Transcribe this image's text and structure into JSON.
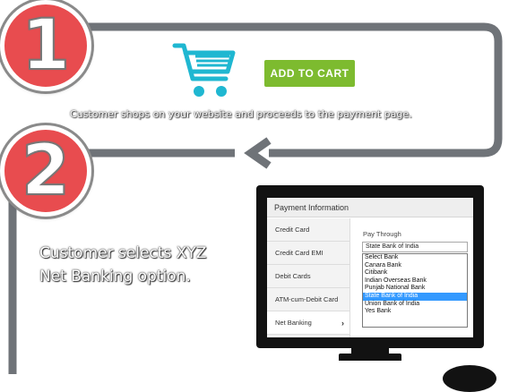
{
  "steps": [
    {
      "number": "1"
    },
    {
      "number": "2"
    }
  ],
  "step1": {
    "button_label": "ADD TO CART",
    "caption": "Customer shops on your website and proceeds to the payment page."
  },
  "step2": {
    "caption_line1": "Customer selects XYZ",
    "caption_line2": "Net Banking option."
  },
  "payment_panel": {
    "title": "Payment Information",
    "menu": [
      {
        "label": "Credit Card"
      },
      {
        "label": "Credit Card EMI"
      },
      {
        "label": "Debit Cards"
      },
      {
        "label": "ATM-cum-Debit Card"
      },
      {
        "label": "Net Banking",
        "arrow": "›",
        "active": true
      }
    ],
    "pay_through_label": "Pay Through",
    "selected_bank": "State Bank of India",
    "bank_options": [
      {
        "label": "Select Bank"
      },
      {
        "label": "Canara Bank"
      },
      {
        "label": "Citibank"
      },
      {
        "label": "Indian Overseas Bank"
      },
      {
        "label": "Punjab National Bank"
      },
      {
        "label": "State Bank of India",
        "selected": true
      },
      {
        "label": "Union Bank of India"
      },
      {
        "label": "Yes Bank"
      }
    ]
  },
  "colors": {
    "badge": "#e84c4f",
    "connector": "#6f7378",
    "cart": "#1fb7d1",
    "button": "#7dbb2f",
    "selection": "#3399ff"
  },
  "icons": {
    "cart": "shopping-cart-icon",
    "arrow": "arrow-left-icon"
  }
}
